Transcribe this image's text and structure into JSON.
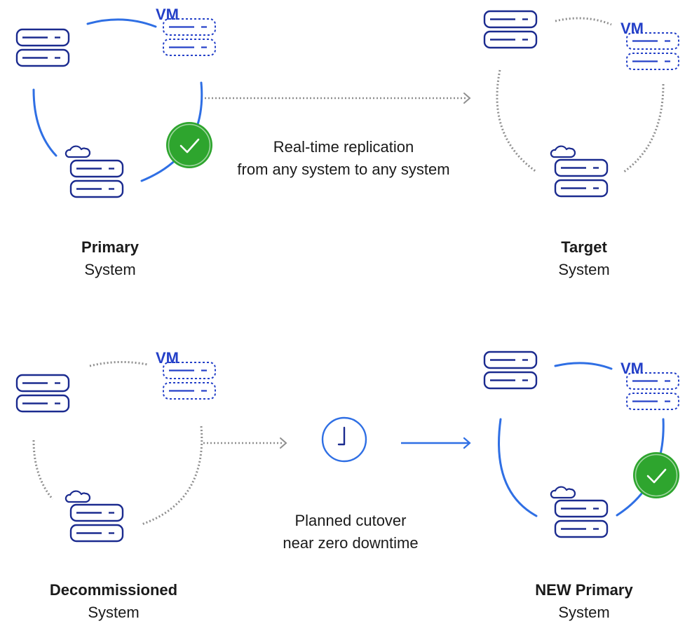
{
  "colors": {
    "active": "#2f6fe4",
    "inactive": "#8f8f8f",
    "server": "#1b2b8f",
    "vm": "#2440c8",
    "check": "#2ea52e",
    "text": "#1a1a1a"
  },
  "vm_label": "VM",
  "top": {
    "primary": {
      "title": "Primary",
      "subtitle": "System",
      "status": "active"
    },
    "target": {
      "title": "Target",
      "subtitle": "System",
      "status": "inactive"
    },
    "caption_line1": "Real-time replication",
    "caption_line2": "from any system to any system"
  },
  "bottom": {
    "old": {
      "title": "Decommissioned",
      "subtitle": "System",
      "status": "inactive"
    },
    "new": {
      "title": "NEW Primary",
      "subtitle": "System",
      "status": "active"
    },
    "caption_line1": "Planned cutover",
    "caption_line2": "near zero downtime"
  },
  "icons": {
    "server": "server-stack-icon",
    "vm": "vm-server-icon",
    "cloud": "cloud-server-icon",
    "check": "check-circle-icon",
    "clock": "clock-icon",
    "arrow": "arrow-right-icon"
  }
}
